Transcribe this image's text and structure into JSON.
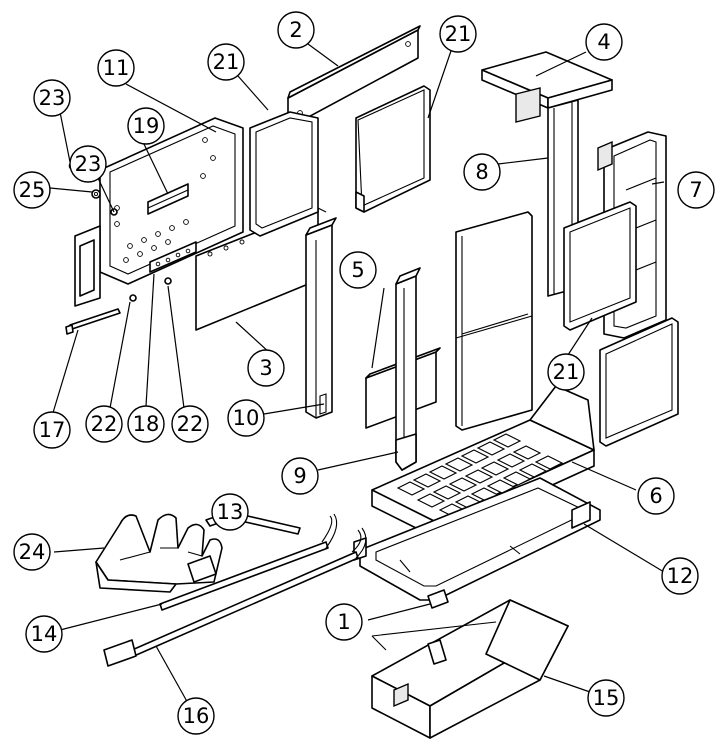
{
  "callouts": {
    "c1": "1",
    "c2": "2",
    "c3": "3",
    "c4": "4",
    "c5": "5",
    "c6": "6",
    "c7": "7",
    "c8": "8",
    "c9": "9",
    "c10": "10",
    "c11": "11",
    "c12": "12",
    "c13": "13",
    "c14": "14",
    "c15": "15",
    "c16": "16",
    "c17": "17",
    "c18": "18",
    "c19": "19",
    "c21a": "21",
    "c21b": "21",
    "c21c": "21",
    "c22a": "22",
    "c22b": "22",
    "c23a": "23",
    "c23b": "23",
    "c24": "24",
    "c25": "25"
  }
}
